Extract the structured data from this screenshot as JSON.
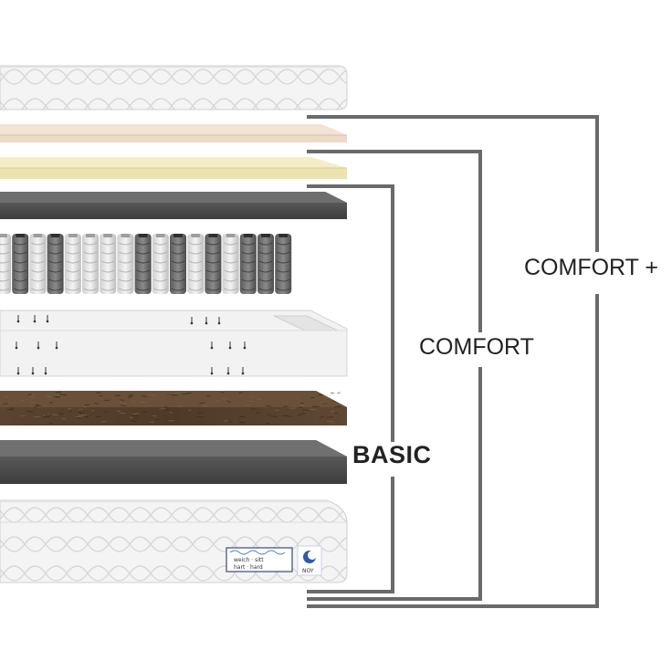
{
  "labels": {
    "basic": "BASIC",
    "comfort": "COMFORT",
    "comfort_plus": "COMFORT +"
  },
  "tag": {
    "line1": "weich  ·  sitt",
    "line2": "hart  ·  hard",
    "brand": "NOY"
  },
  "colors": {
    "bracket": "#6a6a6a",
    "quilted_cover": "#f3f3f3",
    "latex_layer": "#ecd9c6",
    "memory_foam_layer": "#eee6b8",
    "felt_layer": "#4b4b4b",
    "coconut_layer": "#5b4530",
    "foam_frame": "#f2f2f2"
  },
  "layers": [
    {
      "name": "quilted-cover-top"
    },
    {
      "name": "latex-layer"
    },
    {
      "name": "memory-foam-layer"
    },
    {
      "name": "felt-layer-top"
    },
    {
      "name": "pocket-spring-core"
    },
    {
      "name": "foam-frame"
    },
    {
      "name": "coconut-fiber-layer"
    },
    {
      "name": "felt-layer-bottom"
    },
    {
      "name": "quilted-cover-bottom"
    }
  ]
}
